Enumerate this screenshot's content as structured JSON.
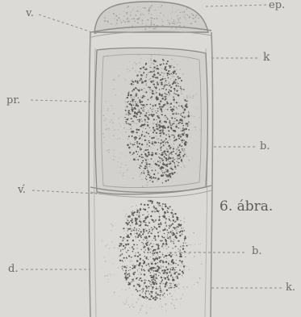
{
  "figure": {
    "caption": "6. ábra.",
    "labels": {
      "v_top": "v.",
      "ep": "ep.",
      "k_top": "k",
      "pr": "pr.",
      "b_mid": "b.",
      "v_prime": "v.́",
      "b_lower": "b.",
      "d": "d.",
      "k_bottom": "k."
    }
  }
}
